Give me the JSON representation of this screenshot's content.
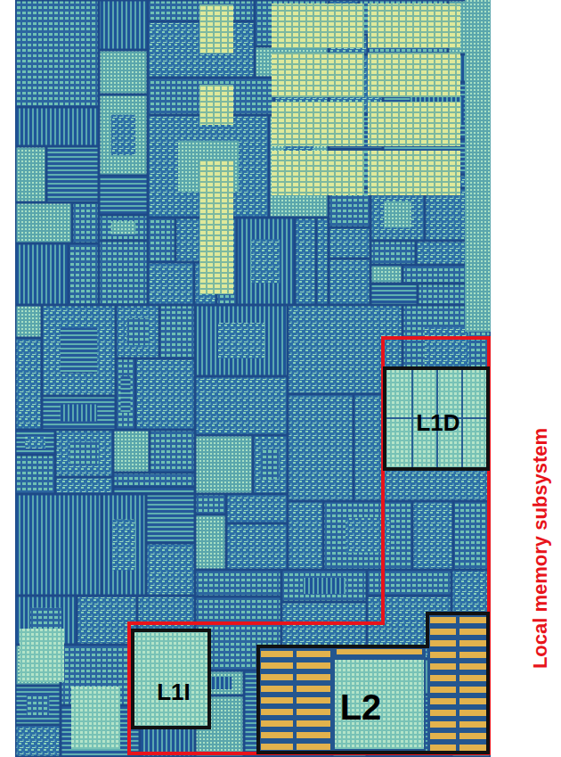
{
  "diagram": {
    "nodes": [
      {
        "text": [
          "Local memory subsystem"
        ]
      },
      {
        "text": [
          "L1D"
        ],
        "in": 0
      },
      {
        "text": [
          "L1I"
        ],
        "in": 0
      },
      {
        "text": [
          "L2"
        ],
        "in": 0
      }
    ]
  }
}
